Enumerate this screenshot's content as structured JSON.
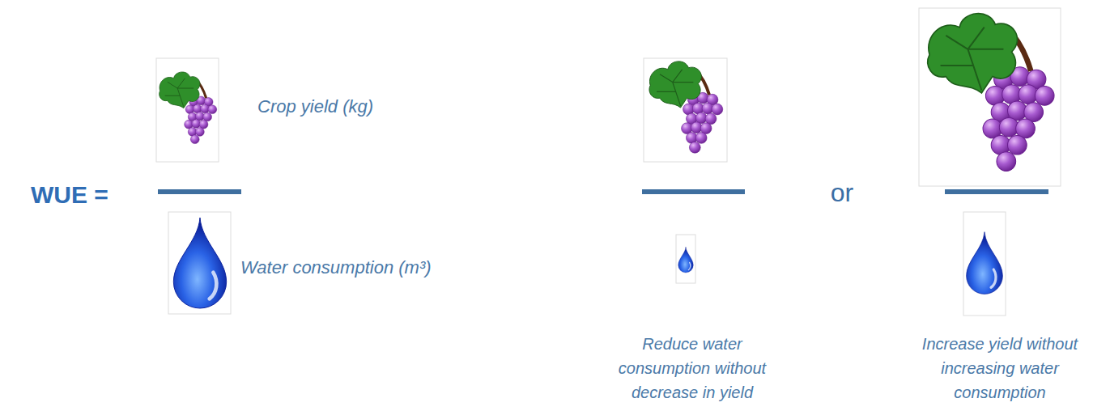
{
  "diagram": {
    "labels": [
      "WUE =",
      "Crop yield (kg)",
      "Water consumption (m³)",
      "or",
      "Reduce water consumption without decrease in yield",
      "Increase yield without increasing water consumption"
    ]
  }
}
